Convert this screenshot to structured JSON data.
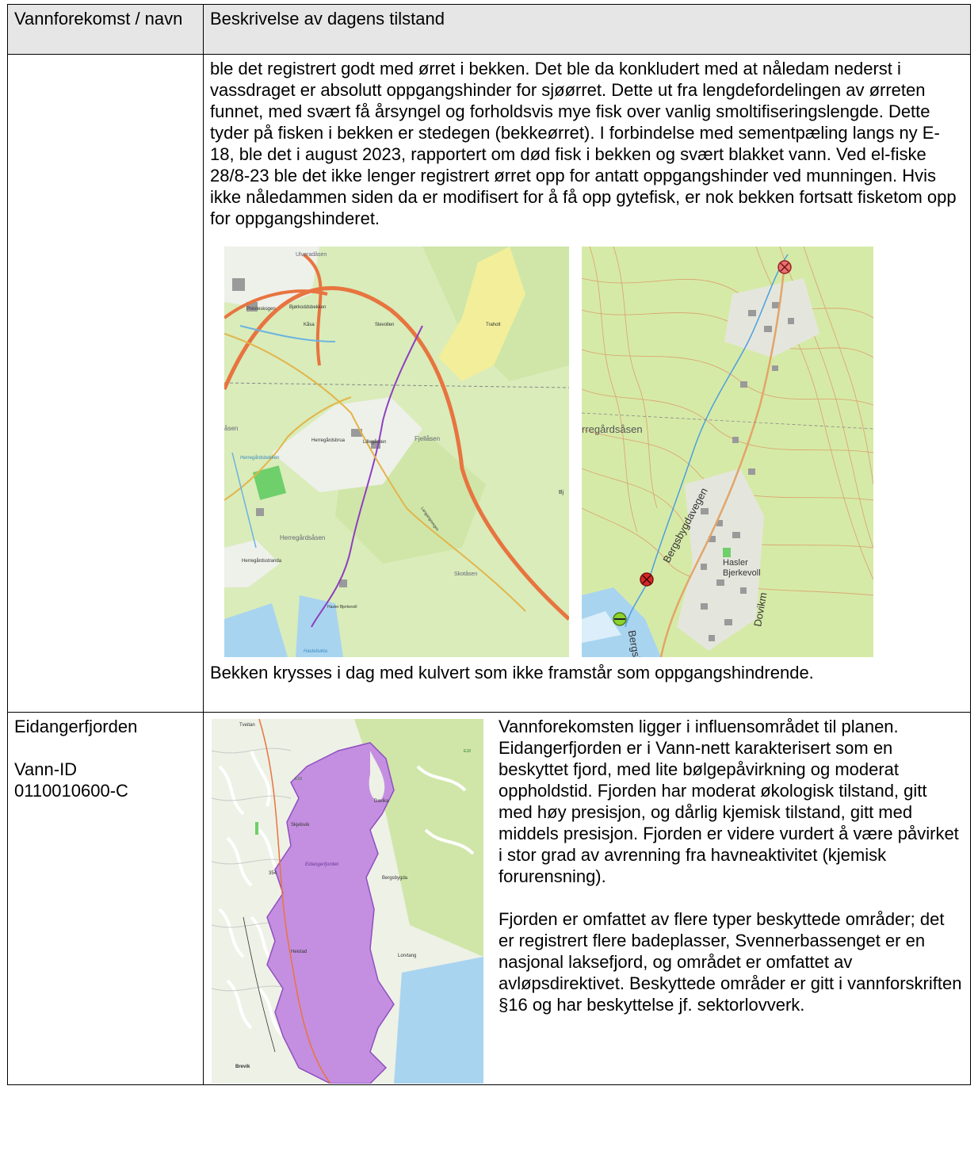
{
  "header": {
    "col1": "Vannforekomst / navn",
    "col2": "Beskrivelse av dagens tilstand"
  },
  "row1": {
    "paragraph": "ble det registrert godt med ørret i bekken. Det ble da konkludert med at nåledam nederst i vassdraget er absolutt oppgangshinder for sjøørret. Dette ut fra lengdefordelingen av ørreten funnet, med svært få årsyngel og forholdsvis mye fisk over vanlig smoltifiseringslengde. Dette tyder på fisken i bekken er stedegen (bekkeørret). I forbindelse med sementpæling langs ny E-18, ble det i august 2023, rapportert om død fisk i bekken og svært blakket vann. Ved el-fiske 28/8-23 ble det ikke lenger registrert ørret opp for antatt oppgangshinder ved munningen. Hvis ikke nåledammen siden da er modifisert for å få opp gytefisk, er nok bekken fortsatt fisketom opp for oppgangshinderet.",
    "map1_labels": {
      "ulveradsasen": "Ulveradåsen",
      "presteskogen": "Presteskogen",
      "bjorkoddsbekken": "Bjørkoddsbekken",
      "kasa": "Kåsa",
      "slevollen": "Slevollen",
      "traholt": "Trаholt",
      "herregardsbrua": "Herregårdsbrua",
      "lillegarden": "Lillegården",
      "fjellasen": "Fjellåsen",
      "herregardsbekken": "Herregårdsbekken",
      "herregardsasen": "Herregårdsåsen",
      "herregardsstranda": "Herregårdsstranda",
      "skotasen": "Skotåsen",
      "hasler_bjerkevoll": "Hasler Bjerkevoll",
      "haslebukta": "Haslebukta",
      "asen_left": "åsen",
      "langangsvegen": "Langangsvegen",
      "bj_right": "Bj"
    },
    "map2_labels": {
      "herregardsasen": "rregårdsåsen",
      "bergsbygdavegen": "Bergsbygdavegen",
      "hasler": "Hasler",
      "bjerkevoll": "Bjerkevoll",
      "bergsby": "Bergsby",
      "dovikm": "Dovikm"
    },
    "caption": "Bekken krysses i dag med kulvert som ikke framstår som oppgangshindrende.",
    "colors": {
      "forest": "#cfe6a8",
      "water": "#a9d4f0",
      "motorway": "#e8743f",
      "purple_route": "#8e3fbf",
      "red_marker": "#d62828",
      "green_marker": "#8bd22f"
    }
  },
  "row2": {
    "name": "Eidangerfjorden",
    "id_label": "Vann-ID",
    "id_value": "0110010600-C",
    "paragraph1": "Vannforekomsten ligger i influensområdet til planen. Eidangerfjorden er i Vann-nett karakterisert som en beskyttet fjord, med lite bølgepåvirkning og moderat oppholdstid. Fjorden har moderat økologisk tilstand, gitt med høy presisjon, og dårlig kjemisk tilstand, gitt med middels presisjon. Fjorden er videre vurdert å være påvirket i stor grad av avrenning fra havneaktivitet (kjemisk forurensning).",
    "paragraph2": "Fjorden er omfattet av flere typer beskyttede områder; det er registrert flere badeplasser, Svennerbassenget er en nasjonal laksefjord, og området er omfattet av avløpsdirektivet. Beskyttede områder er gitt i vannforskriften §16 og har beskyttelse jf. sektorlovverk.",
    "map_labels": {
      "tveitan": "Tveitan",
      "davika": "Davika",
      "skjelsvik": "Skjelsvik",
      "eidangerfjorden": "Eidangerfjorden",
      "bergsbygda": "Bergsbygda",
      "heistad": "Heistad",
      "lorvtang": "Lorvtang",
      "brevik": "Brevik",
      "r354": "354",
      "e18a": "E18",
      "e18b": "E18"
    },
    "colors": {
      "fjord": "#c48fe0",
      "fjord_stroke": "#8f4fc0",
      "land": "#eef1e6",
      "forest": "#cfe6a8",
      "water": "#a9d4f0"
    }
  }
}
